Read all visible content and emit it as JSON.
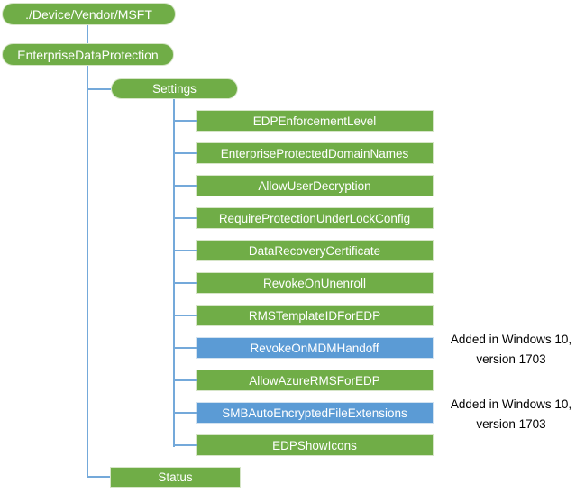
{
  "diagram": {
    "root": {
      "label": "./Device/Vendor/MSFT"
    },
    "provider": {
      "label": "EnterpriseDataProtection"
    },
    "settings": {
      "label": "Settings"
    },
    "status": {
      "label": "Status"
    },
    "children": [
      {
        "label": "EDPEnforcementLevel",
        "variant": "green"
      },
      {
        "label": "EnterpriseProtectedDomainNames",
        "variant": "green"
      },
      {
        "label": "AllowUserDecryption",
        "variant": "green"
      },
      {
        "label": "RequireProtectionUnderLockConfig",
        "variant": "green"
      },
      {
        "label": "DataRecoveryCertificate",
        "variant": "green"
      },
      {
        "label": "RevokeOnUnenroll",
        "variant": "green"
      },
      {
        "label": "RMSTemplateIDForEDP",
        "variant": "green"
      },
      {
        "label": "RevokeOnMDMHandoff",
        "variant": "blue"
      },
      {
        "label": "AllowAzureRMSForEDP",
        "variant": "green"
      },
      {
        "label": "SMBAutoEncryptedFileExtensions",
        "variant": "blue"
      },
      {
        "label": "EDPShowIcons",
        "variant": "green"
      }
    ],
    "annotations": [
      {
        "text": "Added in Windows 10,\nversion 1703"
      },
      {
        "text": "Added in Windows 10,\nversion 1703"
      }
    ],
    "colors": {
      "node_green": "#70AD47",
      "node_blue": "#5B9BD5",
      "connector": "#74A9DA",
      "node_text": "#FFFFFF",
      "annotation_text": "#000000"
    }
  }
}
